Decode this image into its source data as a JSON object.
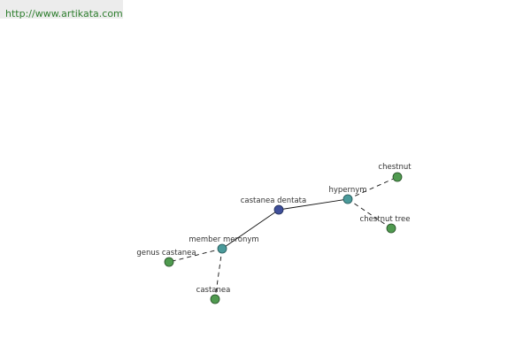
{
  "header": {
    "url_text": "http://www.artikata.com"
  },
  "colors": {
    "center_node": "#3f4f9a",
    "relation_node": "#4a9a9a",
    "leaf_node": "#4f9a4f",
    "edge": "#111111",
    "label": "#333333",
    "link": "#2f7f2f"
  },
  "graph": {
    "nodes": {
      "center": {
        "label": "castanea dentata",
        "kind": "center",
        "icon": "center-node"
      },
      "hypernym": {
        "label": "hypernym",
        "kind": "relation",
        "icon": "relation-node"
      },
      "meronym": {
        "label": "member meronym",
        "kind": "relation",
        "icon": "relation-node"
      },
      "chestnut": {
        "label": "chestnut",
        "kind": "leaf",
        "icon": "leaf-node"
      },
      "chestnut_tree": {
        "label": "chestnut tree",
        "kind": "leaf",
        "icon": "leaf-node"
      },
      "genus": {
        "label": "genus castanea",
        "kind": "leaf",
        "icon": "leaf-node"
      },
      "castanea": {
        "label": "castanea",
        "kind": "leaf",
        "icon": "leaf-node"
      }
    },
    "edges": [
      {
        "from": "center",
        "to": "hypernym",
        "style": "solid"
      },
      {
        "from": "center",
        "to": "meronym",
        "style": "solid"
      },
      {
        "from": "hypernym",
        "to": "chestnut",
        "style": "dashed"
      },
      {
        "from": "hypernym",
        "to": "chestnut_tree",
        "style": "dashed"
      },
      {
        "from": "meronym",
        "to": "genus",
        "style": "dashed"
      },
      {
        "from": "meronym",
        "to": "castanea",
        "style": "dashed"
      }
    ]
  }
}
